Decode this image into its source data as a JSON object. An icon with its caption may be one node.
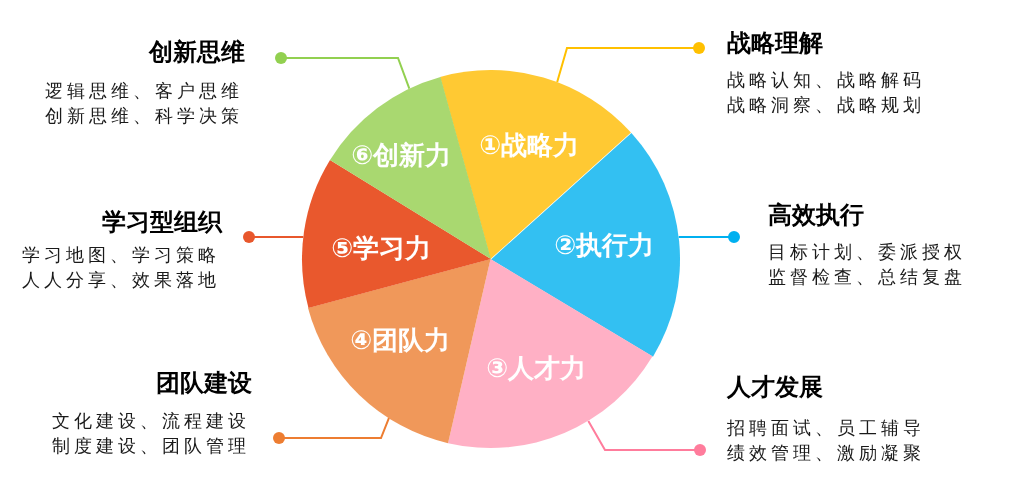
{
  "diagram": {
    "nodes": [
      {
        "text": [
          "①战略力"
        ]
      },
      {
        "text": [
          "②执行力"
        ]
      },
      {
        "text": [
          "③人才力"
        ]
      },
      {
        "text": [
          "④团队力"
        ]
      },
      {
        "text": [
          "⑤学习力"
        ]
      },
      {
        "text": [
          "⑥创新力"
        ]
      },
      {
        "text": [
          "战略理解",
          "战略认知、战略解码战略洞察、战略规划"
        ]
      },
      {
        "text": [
          "高效执行",
          "目标计划、委派授权监督检查、总结复盘"
        ]
      },
      {
        "text": [
          "人才发展",
          "招聘面试、员工辅导绩效管理、激励凝聚"
        ]
      },
      {
        "text": [
          "团队建设",
          "文化建设、流程建设制度建设、团队管理"
        ]
      },
      {
        "text": [
          "学习型组织",
          "学习地图、学习策略人人分享、效果落地"
        ]
      },
      {
        "text": [
          "创新思维",
          "逻辑思维、客户思维创新思维、科学决策"
        ]
      }
    ],
    "edges": [
      {
        "from": 6,
        "to": 0,
        "arrow": "other",
        "color": "#ffc000"
      },
      {
        "from": 7,
        "to": 1,
        "arrow": "other",
        "color": "#00b0f0"
      },
      {
        "from": 8,
        "to": 2,
        "arrow": "other",
        "color": "#ff7c9c"
      },
      {
        "from": 9,
        "to": 3,
        "arrow": "other",
        "color": "#ed7d31"
      },
      {
        "from": 10,
        "to": 4,
        "arrow": "other",
        "color": "#e8572c"
      },
      {
        "from": 11,
        "to": 5,
        "arrow": "other",
        "color": "#92d050"
      }
    ]
  }
}
